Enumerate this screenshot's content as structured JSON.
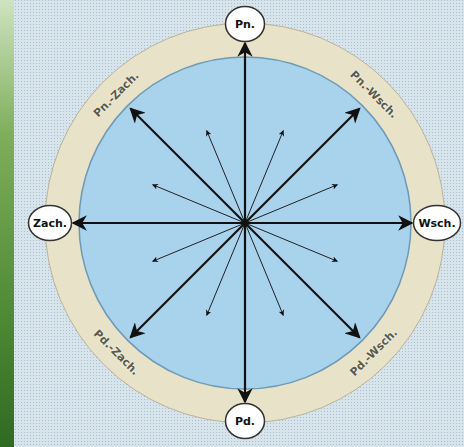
{
  "diagram": {
    "nodes": [
      {
        "text": [
          "Pn."
        ]
      },
      {
        "text": [
          "Zach."
        ]
      },
      {
        "text": [
          "Wsch."
        ]
      },
      {
        "text": [
          "Pd."
        ]
      }
    ],
    "edges": [
      {
        "from": 0,
        "to": 3,
        "arrow": "both"
      },
      {
        "from": 1,
        "to": 2,
        "arrow": "both"
      }
    ],
    "labels": [
      "Pn.-Zach.",
      "Pn.-Wsch.",
      "Pd.-Zach.",
      "Pd.-Wsch."
    ]
  }
}
